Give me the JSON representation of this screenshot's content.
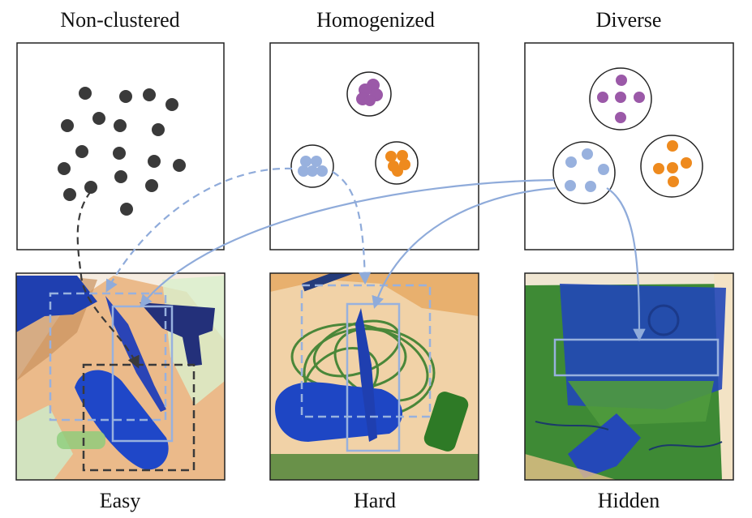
{
  "panels": {
    "non_clustered": {
      "title": "Non-clustered"
    },
    "homogenized": {
      "title": "Homogenized"
    },
    "diverse": {
      "title": "Diverse"
    }
  },
  "images": {
    "easy": {
      "caption": "Easy"
    },
    "hard": {
      "caption": "Hard"
    },
    "hidden": {
      "caption": "Hidden"
    }
  },
  "colors": {
    "point_gray": "#3a3a3a",
    "cluster_purple": "#9b59a8",
    "cluster_blue": "#98b1de",
    "cluster_orange": "#ee8a1e",
    "arrow_blue": "#8fabda",
    "arrow_dark": "#3a3a3a",
    "xray_orange": "#e9b27a",
    "xray_green": "#3a8a2e",
    "xray_blue": "#1f3fb0"
  }
}
